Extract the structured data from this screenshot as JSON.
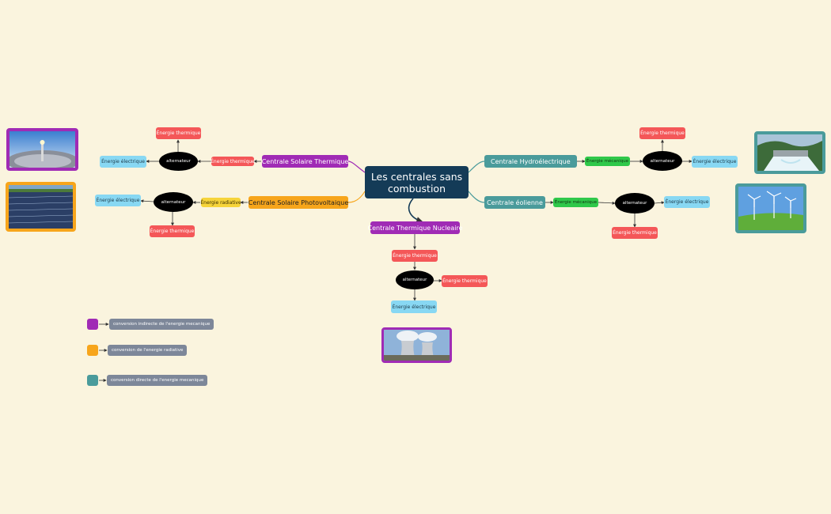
{
  "colors": {
    "background": "#faf4de",
    "central": "#143b57",
    "purple": "#a02bb5",
    "orange": "#f7a51b",
    "teal": "#4a9b9b",
    "thermal": "#f45758",
    "electric": "#88d8f3",
    "mechanical": "#2fc84a",
    "radiative": "#f6d43a",
    "alternator": "#000000"
  },
  "central": {
    "title": "Les centrales sans combustion"
  },
  "solar_thermal": {
    "title": "Centrale Solaire Thermique",
    "input": "Énergie thermique",
    "alternator": "alternateur",
    "loss": "Énergie thermique",
    "output": "Énergie électrique",
    "photo_icon": "solar-tower-image"
  },
  "photovoltaic": {
    "title": "Centrale Solaire Photovoltaique",
    "input": "Énergie radiative",
    "alternator": "alternateur",
    "loss": "Énergie thermique",
    "output": "Énergie électrique",
    "photo_icon": "solar-panels-image"
  },
  "hydro": {
    "title": "Centrale Hydroélectrique",
    "input": "Énergie mécanique",
    "alternator": "alternateur",
    "loss": "Énergie thermique",
    "output": "Énergie électrique",
    "photo_icon": "dam-image"
  },
  "wind": {
    "title": "Centrale éolienne",
    "input": "Énergie mécanique",
    "alternator": "alternateur",
    "loss": "Énergie thermique",
    "output": "Énergie électrique",
    "photo_icon": "wind-turbines-image"
  },
  "nuclear": {
    "title": "Centrale Thermique Nucleaire",
    "input": "Énergie thermique",
    "alternator": "alternateur",
    "loss": "Énergie thermique",
    "output": "Énergie électrique",
    "photo_icon": "nuclear-plant-image"
  },
  "legend": [
    {
      "color": "#a02bb5",
      "label": "conversion indirecte de l'energie mecanique"
    },
    {
      "color": "#f7a51b",
      "label": "conversion de l'energie radiative"
    },
    {
      "color": "#4a9b9b",
      "label": "conversion directe de l'energie mecanique"
    }
  ]
}
